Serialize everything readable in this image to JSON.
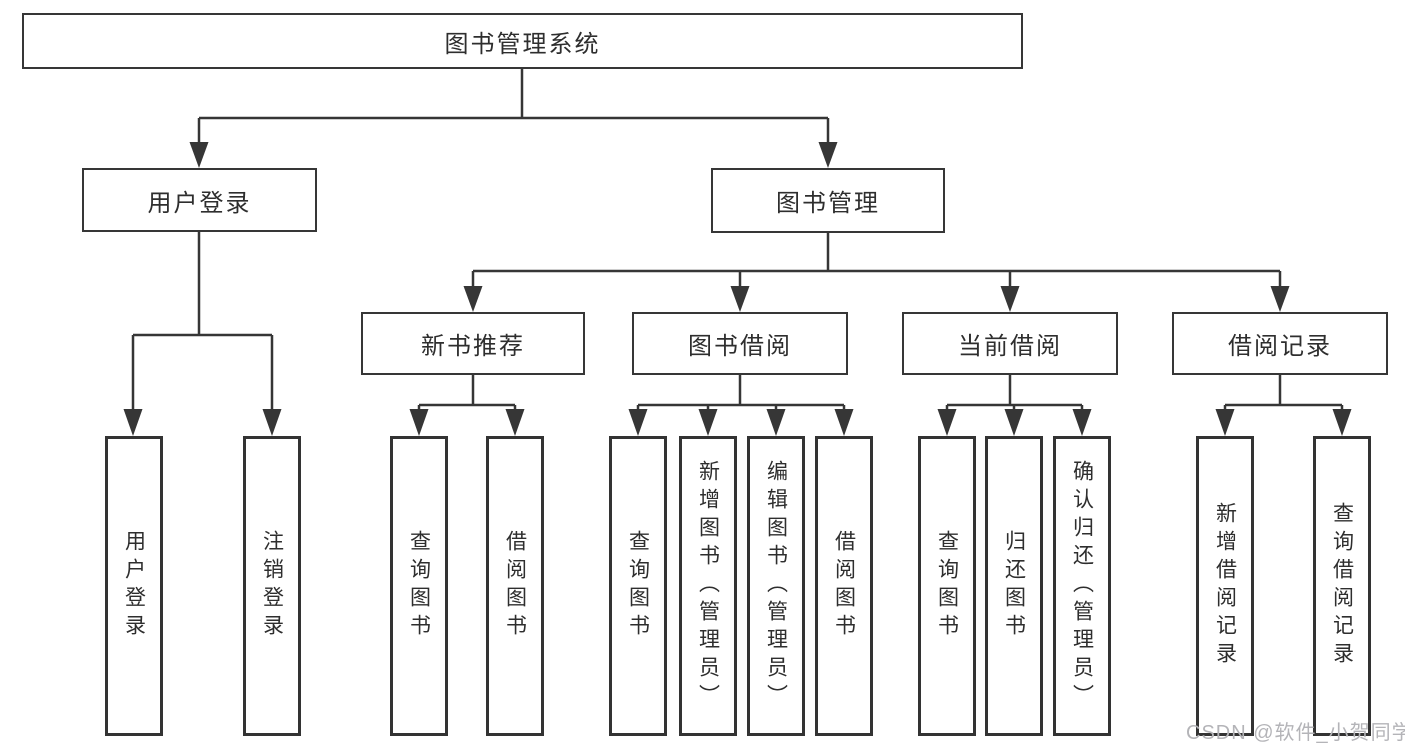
{
  "diagram": {
    "title": "图书管理系统",
    "root": {
      "label": "图书管理系统"
    },
    "level2": {
      "user_login": {
        "label": "用户登录"
      },
      "book_management": {
        "label": "图书管理"
      }
    },
    "level3": {
      "new_book_recommend": {
        "label": "新书推荐"
      },
      "book_borrow": {
        "label": "图书借阅"
      },
      "current_borrow": {
        "label": "当前借阅"
      },
      "borrow_records": {
        "label": "借阅记录"
      }
    },
    "leaves": {
      "user_login": [
        "用户登录",
        "注销登录"
      ],
      "new_book_recommend": [
        "查询图书",
        "借阅图书"
      ],
      "book_borrow": [
        "查询图书",
        "新增图书（管理员）",
        "编辑图书（管理员）",
        "借阅图书"
      ],
      "current_borrow": [
        "查询图书",
        "归还图书",
        "确认归还（管理员）"
      ],
      "borrow_records": [
        "新增借阅记录",
        "查询借阅记录"
      ]
    }
  },
  "watermark": {
    "text": "CSDN @软件_小贺同学"
  },
  "colors": {
    "line": "#363636",
    "box_border": "#333333",
    "text": "#2e2e2e",
    "background": "#ffffff",
    "watermark": "#b4b4b8"
  }
}
